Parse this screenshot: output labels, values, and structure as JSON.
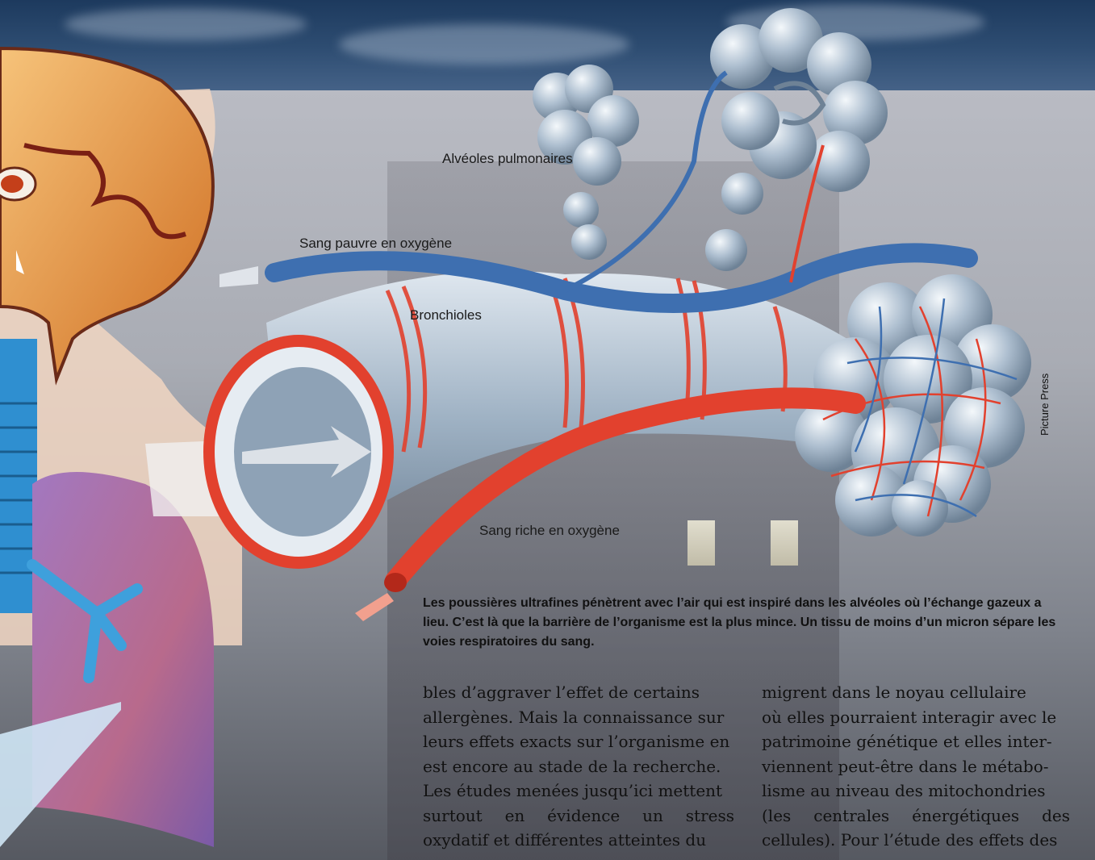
{
  "labels": {
    "alveoles": "Alvéoles pulmonaires",
    "sang_pauvre": "Sang pauvre en oxygène",
    "bronchioles": "Bronchioles",
    "sang_riche": "Sang riche en oxygène"
  },
  "credit": "Picture Press",
  "caption": "Les poussières ultrafines pénètrent avec l’air qui est inspiré dans les alvéoles où l’échange gazeux a lieu. C’est là que la barrière de l’organisme est la plus mince. Un tissu de moins d’un micron sépare les voies respiratoires du sang.",
  "columns": [
    [
      "bles d’aggraver l’effet de certains",
      "allergènes. Mais la connaissance sur",
      "leurs effets exacts sur l’organisme en",
      "est encore au stade de la recherche.",
      "Les études menées jusqu’ici mettent",
      "surtout en évidence un stress",
      "oxydatif et différentes atteintes du"
    ],
    [
      "migrent dans le noyau cellulaire",
      "où elles pourraient interagir avec le",
      "patrimoine génétique et elles inter-",
      "viennent peut-être dans le métabo-",
      "lisme au niveau des mitochondries",
      "(les centrales énergétiques des",
      "cellules). Pour l’étude des effets des"
    ]
  ],
  "colors": {
    "artery": "#e2412e",
    "vein": "#3e6fb0",
    "alveoli": "#a9bccd",
    "head": "#e08a3a",
    "lung": "#8a5aa6",
    "trachea": "#2f8fd0"
  }
}
